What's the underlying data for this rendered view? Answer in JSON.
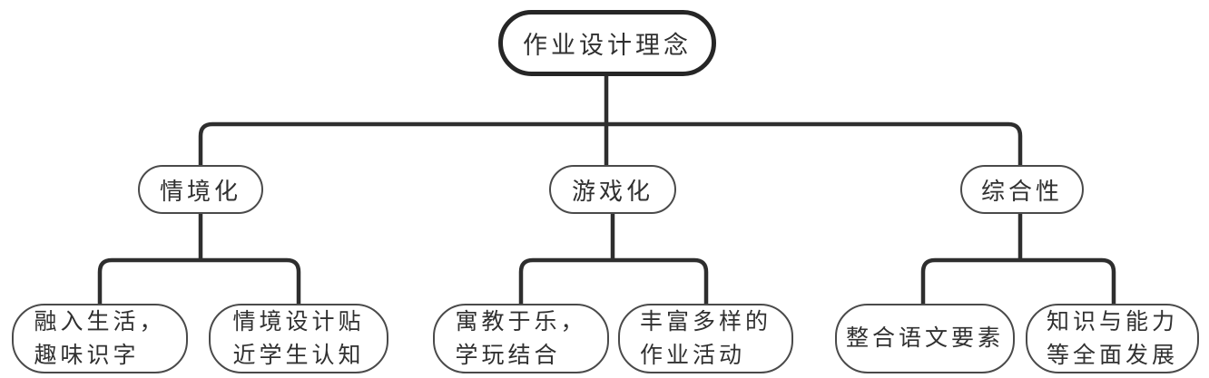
{
  "diagram": {
    "root": {
      "label": "作业设计理念"
    },
    "branches": [
      {
        "label": "情境化",
        "children": [
          {
            "label": "融入生活，\n趣味识字"
          },
          {
            "label": "情境设计贴\n近学生认知"
          }
        ]
      },
      {
        "label": "游戏化",
        "children": [
          {
            "label": "寓教于乐，\n学玩结合"
          },
          {
            "label": "丰富多样的\n作业活动"
          }
        ]
      },
      {
        "label": "综合性",
        "children": [
          {
            "label": "整合语文要素"
          },
          {
            "label": "知识与能力\n等全面发展"
          }
        ]
      }
    ],
    "colors": {
      "line": "#2e2e2e",
      "root_border": "#262626",
      "node_border": "#4a4a4a",
      "text": "#303030",
      "background": "#ffffff"
    }
  }
}
